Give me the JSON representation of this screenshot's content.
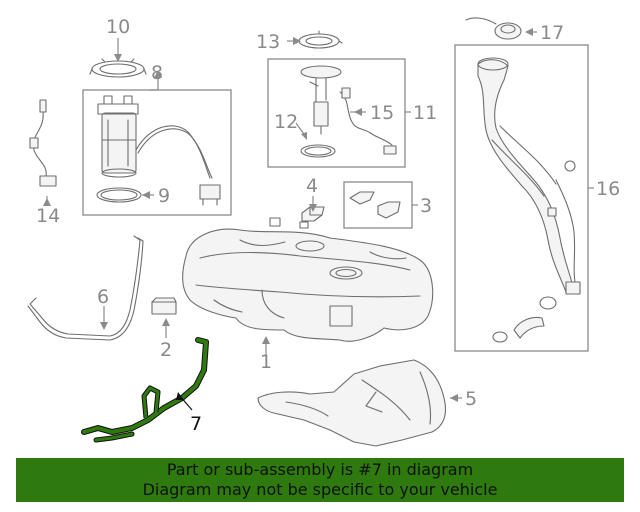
{
  "callouts": {
    "c1": "1",
    "c2": "2",
    "c3": "3",
    "c4": "4",
    "c5": "5",
    "c6": "6",
    "c7": "7",
    "c8": "8",
    "c9": "9",
    "c10": "10",
    "c11": "11",
    "c12": "12",
    "c13": "13",
    "c14": "14",
    "c15": "15",
    "c16": "16",
    "c17": "17"
  },
  "highlight": {
    "part_number": "7",
    "color": "#2e7a0e"
  },
  "banner": {
    "line1": "Part or sub-assembly is #7 in diagram",
    "line2": "Diagram may not be specific to your vehicle",
    "color": "#2e7a0e"
  }
}
